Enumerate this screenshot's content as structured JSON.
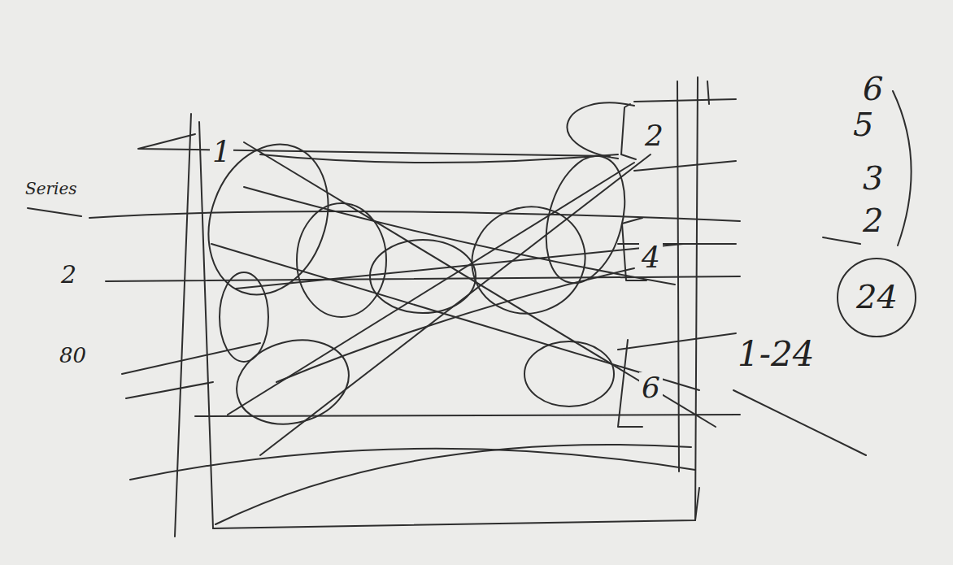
{
  "diagram": {
    "labels": [
      "Series",
      "2",
      "80",
      "1",
      "2",
      "4",
      "6",
      "6",
      "5",
      "3",
      "2",
      "24",
      "1-24"
    ]
  }
}
